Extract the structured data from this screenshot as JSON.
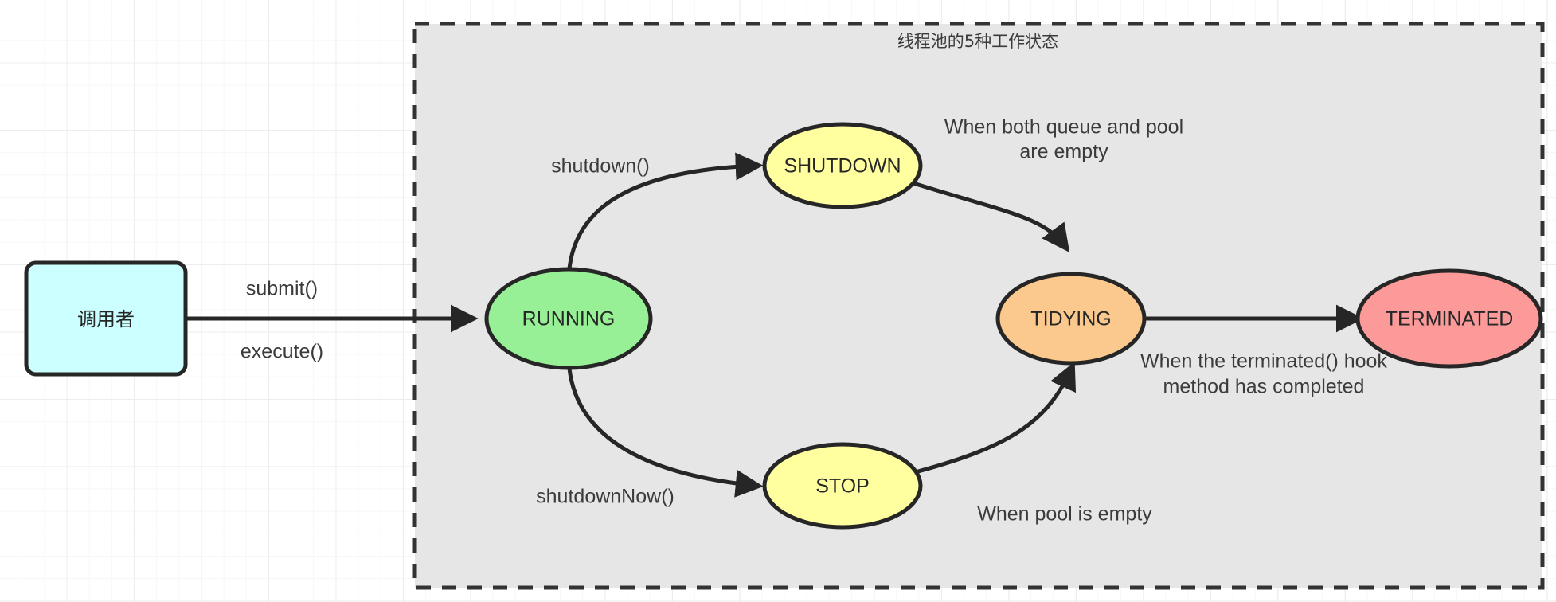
{
  "diagram": {
    "group": {
      "title": "线程池的5种工作状态",
      "fill_color": "#e6e6e6",
      "border_color": "#333333",
      "border_style": "dashed"
    },
    "nodes": [
      {
        "id": "caller",
        "label": "调用者",
        "shape": "rounded-rect",
        "fill_color": "#ccffff"
      },
      {
        "id": "running",
        "label": "RUNNING",
        "shape": "ellipse",
        "fill_color": "#97f096"
      },
      {
        "id": "shutdown",
        "label": "SHUTDOWN",
        "shape": "ellipse",
        "fill_color": "#ffffa0"
      },
      {
        "id": "stop",
        "label": "STOP",
        "shape": "ellipse",
        "fill_color": "#ffffa0"
      },
      {
        "id": "tidying",
        "label": "TIDYING",
        "shape": "ellipse",
        "fill_color": "#fbc98e"
      },
      {
        "id": "terminated",
        "label": "TERMINATED",
        "shape": "ellipse",
        "fill_color": "#fc9a9a"
      }
    ],
    "edges": [
      {
        "id": "caller-to-running",
        "from": "caller",
        "to": "running",
        "label_above": "submit()",
        "label_below": "execute()"
      },
      {
        "id": "running-to-shutdown",
        "from": "running",
        "to": "shutdown",
        "label": "shutdown()"
      },
      {
        "id": "running-to-stop",
        "from": "running",
        "to": "stop",
        "label": "shutdownNow()"
      },
      {
        "id": "shutdown-to-tidying",
        "from": "shutdown",
        "to": "tidying",
        "label_line1": "When both queue and pool",
        "label_line2": "are empty"
      },
      {
        "id": "stop-to-tidying",
        "from": "stop",
        "to": "tidying",
        "label": "When pool is empty"
      },
      {
        "id": "tidying-to-terminated",
        "from": "tidying",
        "to": "terminated",
        "label_line1": "When the terminated() hook",
        "label_line2": "method has completed"
      }
    ]
  }
}
